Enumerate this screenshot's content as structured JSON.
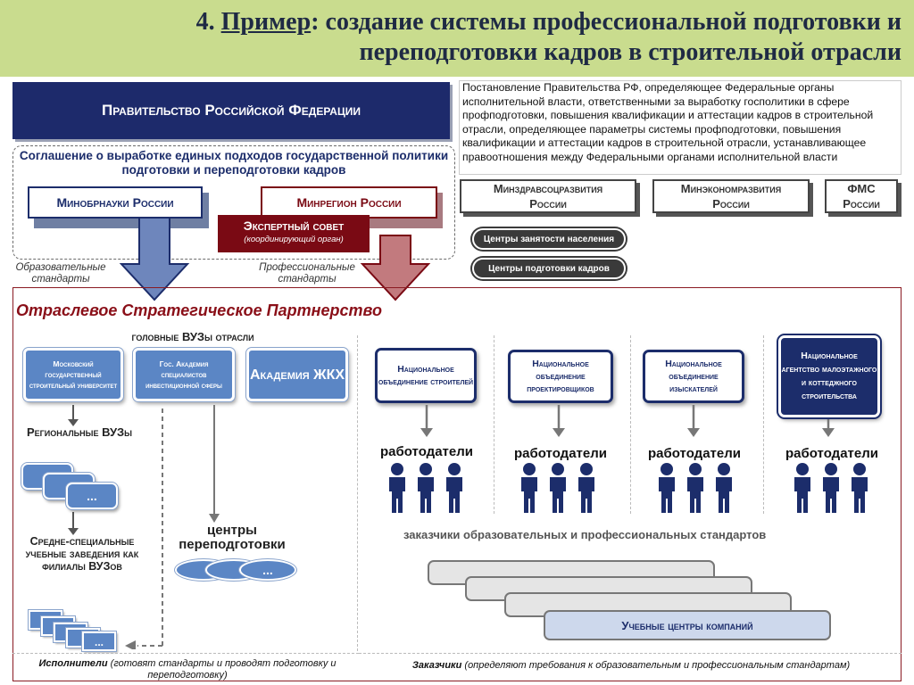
{
  "header": {
    "title_prefix": "4. ",
    "title_word": "Пример",
    "title_line1_rest": ": создание системы профессиональной подготовки и",
    "title_line2": "переподготовки кадров в строительной отрасли"
  },
  "government": "Правительство Российской Федерации",
  "resolution_note": "Постановление Правительства РФ, определяющее Федеральные органы исполнительной власти, ответственными за выработку госполитики в сфере профподготовки, повышения квалификации и аттестации кадров в строительной отрасли, определяющее параметры системы профподготовки, повышения квалификации и аттестации кадров в строительной отрасли, устанавливающее правоотношения между Федеральными органами исполнительной власти",
  "agreement": "Соглашение о выработке единых подходов государственной политики подготовки и переподготовки кадров",
  "ministries": {
    "minobr": "Минобрнауки России",
    "minreg": "Минрегион России"
  },
  "expert_council": {
    "title": "Экспертный совет",
    "subtitle": "(координирующий орган)"
  },
  "standards": {
    "educational": "Образовательные стандарты",
    "professional": "Профессиональные стандарты"
  },
  "agencies": [
    {
      "line1": "Минздравсоцразвития",
      "line2": "России"
    },
    {
      "line1": "Минэкономразвития",
      "line2": "России"
    },
    {
      "line1": "ФМС",
      "line2": "России"
    }
  ],
  "centers": {
    "employment": "Центры занятости населения",
    "training": "Центры подготовки кадров"
  },
  "partnership_title": "Отраслевое Стратегическое Партнерство",
  "left": {
    "head_universities": "головные ВУЗы отрасли",
    "univ1": "Московский государственный строительный университет",
    "univ2": "Гос. Академия специалистов инвестиционной сферы",
    "univ3": "Академия ЖКХ",
    "regional": "Региональные ВУЗы",
    "ellipsis": "...",
    "secondary": "Средне-специальные учебные заведения как филиалы ВУЗов",
    "retraining": "центры переподготовки"
  },
  "right": {
    "associations": [
      "Национальное объединение строителей",
      "Национальное объединение проектировщиков",
      "Национальное объединение изыскателей",
      "Национальное агентство малоэтажного и коттеджного строительства"
    ],
    "employers_label": "работодатели",
    "customers_caption": "заказчики образовательных и профессиональных стандартов",
    "company_centers": "Учебные центры компаний"
  },
  "footer": {
    "executors_bold": "Исполнители",
    "executors_rest": " (готовят стандарты и проводят подготовку и переподготовку)",
    "customers_bold": "Заказчики",
    "customers_rest": " (определяют требования к образовательным и профессиональным стандартам)"
  },
  "colors": {
    "header_bg": "#c9dc8e",
    "navy": "#1c2d6b",
    "maroon": "#7a0a14",
    "blue": "#5b86c5"
  }
}
